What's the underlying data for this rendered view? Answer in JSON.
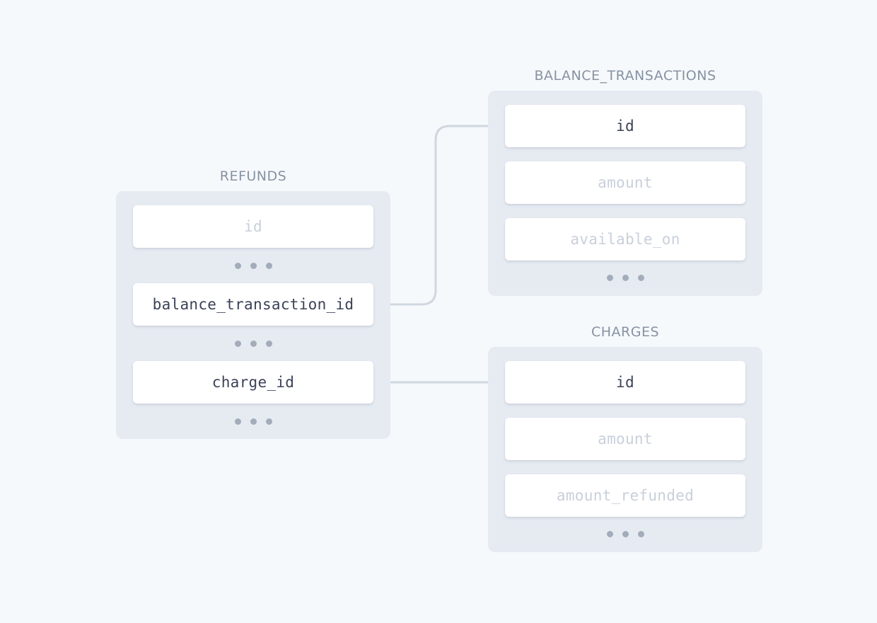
{
  "tables": {
    "refunds": {
      "title": "REFUNDS",
      "fields": {
        "id": "id",
        "balance_transaction_id": "balance_transaction_id",
        "charge_id": "charge_id"
      }
    },
    "balance_transactions": {
      "title": "BALANCE_TRANSACTIONS",
      "fields": {
        "id": "id",
        "amount": "amount",
        "available_on": "available_on"
      }
    },
    "charges": {
      "title": "CHARGES",
      "fields": {
        "id": "id",
        "amount": "amount",
        "amount_refunded": "amount_refunded"
      }
    }
  },
  "relations": [
    {
      "from": "refunds.balance_transaction_id",
      "to": "balance_transactions.id"
    },
    {
      "from": "refunds.charge_id",
      "to": "charges.id"
    }
  ],
  "colors": {
    "background": "#f6f9fc",
    "panel": "#e6ebf2",
    "connector": "#cfd7df",
    "title_text": "#8792a2",
    "key_text": "#3c4257",
    "muted_text": "#c9d0da",
    "dots": "#a3acb9"
  }
}
